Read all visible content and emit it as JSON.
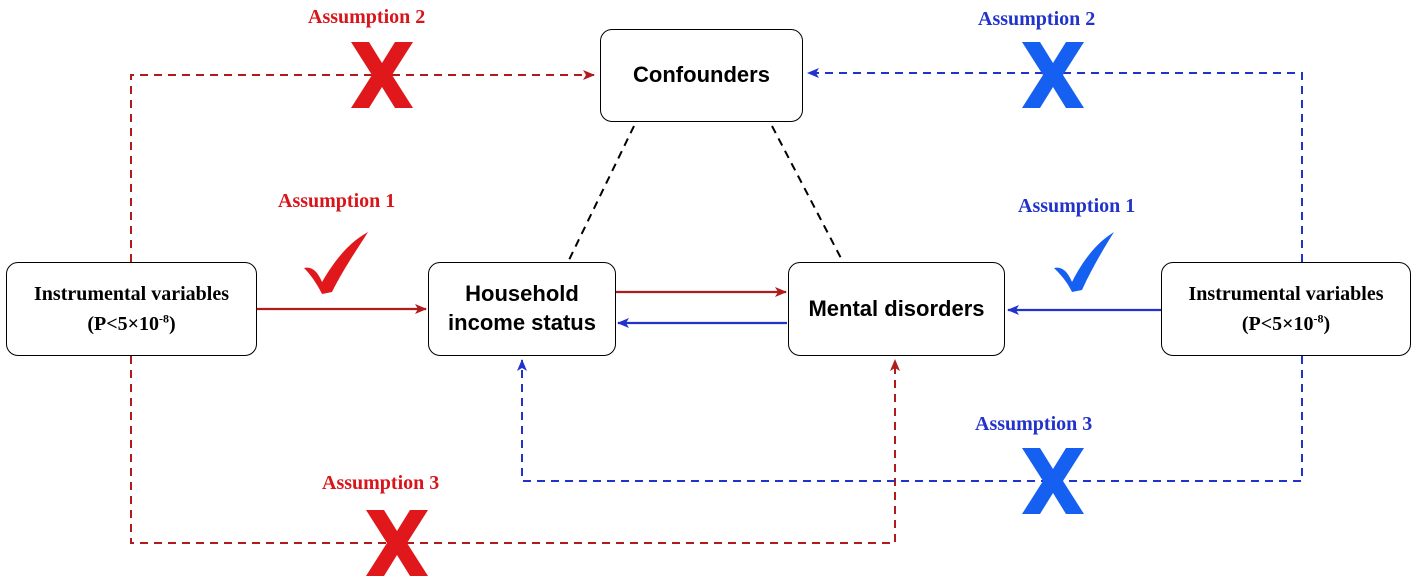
{
  "nodes": {
    "confounders": "Confounders",
    "household_line1": "Household",
    "household_line2": "income status",
    "mental_disorders": "Mental disorders",
    "iv_left": {
      "title": "Instrumental variables",
      "p_prefix": "(P<5×10",
      "p_exp": "-8",
      "p_suffix": ")"
    },
    "iv_right": {
      "title": "Instrumental variables",
      "p_prefix": "(P<5×10",
      "p_exp": "-8",
      "p_suffix": ")"
    }
  },
  "labels": {
    "left_assumption_2": "Assumption 2",
    "left_assumption_1": "Assumption 1",
    "left_assumption_3": "Assumption 3",
    "right_assumption_2": "Assumption 2",
    "right_assumption_1": "Assumption 1",
    "right_assumption_3": "Assumption 3"
  },
  "colors": {
    "red": "#d9141a",
    "dark_red": "#b01c1c",
    "blue": "#2233cc",
    "bright_blue": "#1560f0",
    "black": "#000000"
  },
  "icons": {
    "cross": "x-mark-icon",
    "check": "checkmark-icon"
  }
}
